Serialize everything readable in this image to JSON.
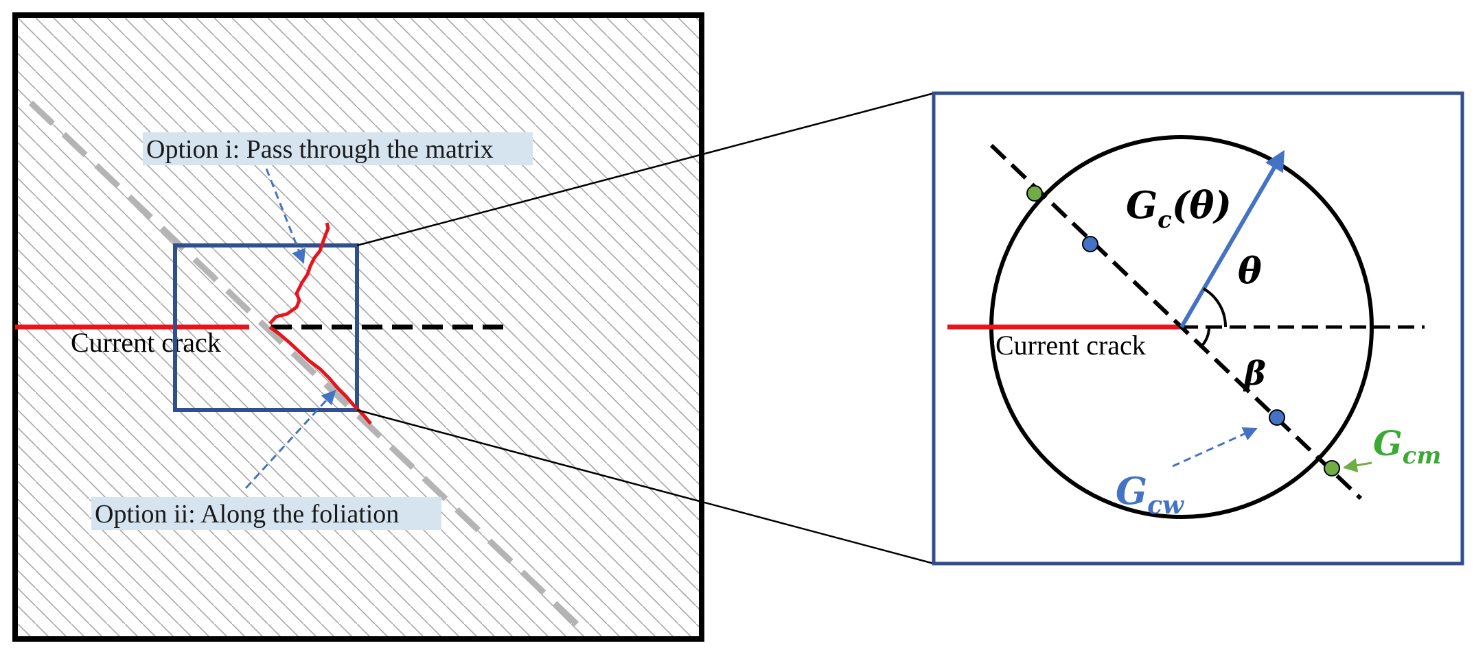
{
  "labels": {
    "option_i": "Option i: Pass through the matrix",
    "option_ii": "Option ii:  Along the foliation",
    "current_crack_left": "Current crack",
    "current_crack_right": "Current crack",
    "gc_main": "G",
    "gc_sub": "c",
    "gc_arg": "(θ)",
    "theta": "θ",
    "beta": "β",
    "gcw_main": "G",
    "gcw_sub": "cw",
    "gcm_main": "G",
    "gcm_sub": "cm"
  },
  "colors": {
    "crack_red": "#e8141c",
    "box_blue": "#2f4f8f",
    "arrow_blue": "#4472c4",
    "label_bg": "#d6e4f0",
    "hatch_gray": "#a6a6a6",
    "foliation_gray": "#b4b4b4",
    "point_green": "#70ad47",
    "point_blue": "#4472c4",
    "gcm_green": "#3aaa35"
  }
}
